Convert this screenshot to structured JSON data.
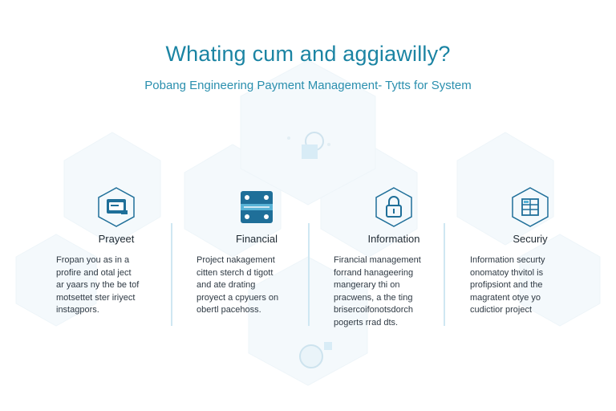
{
  "header": {
    "title": "Whating cum and aggiawilly?",
    "subtitle": "Pobang Engineering Payment Management- Tytts for System"
  },
  "columns": [
    {
      "heading": "Prayeet",
      "icon": "card-icon",
      "body": "Fropan you as in a\nprofire and otal ject\nar yaars ny the be tof\nmotsettet ster iriyect\ninstagpors."
    },
    {
      "heading": "Financial",
      "icon": "server-rack-icon",
      "body": "Project nakagement\ncitten sterch d tigott\nand ate drating\nproyect a cpyuers on\nobertl pacehoss."
    },
    {
      "heading": "Information",
      "icon": "lock-icon",
      "body": "Firancial management\nforrand hanageering\nmangerary thi on\npracwens, a the ting\nbrisercoifonotsdorch\npogerts rrad dts."
    },
    {
      "heading": "Securiy",
      "icon": "document-grid-icon",
      "body": "Information securty\nonomatoy thvitol is\nprofipsiont and the\nmagratent otye yo\ncudictior project"
    }
  ],
  "colors": {
    "accent": "#1b84a3",
    "icon_fill": "#1f6f99",
    "hex_bg": "#f3f8fb",
    "divider": "#cfe7f2"
  }
}
